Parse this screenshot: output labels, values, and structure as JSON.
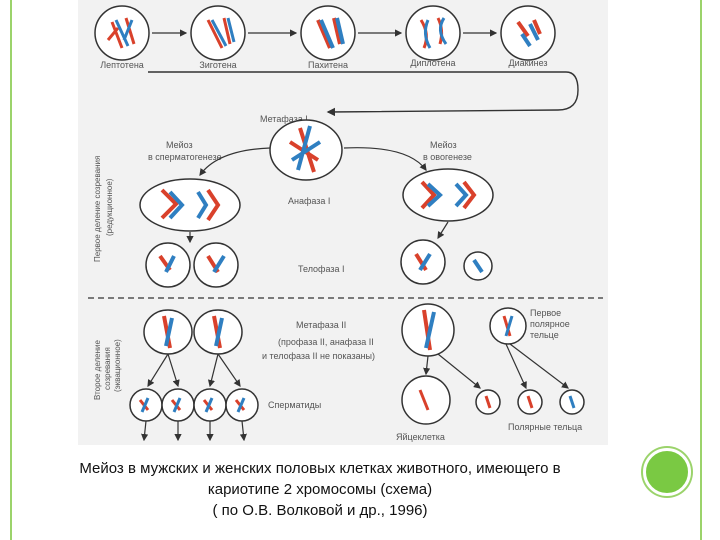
{
  "slide": {
    "accent_color": "#9bd36b",
    "dot_color": "#7ac943"
  },
  "diagram": {
    "prophase_stages": [
      "Лептотена",
      "Зиготена",
      "Пахитена",
      "Диплотена",
      "Диакинез"
    ],
    "phase_labels": {
      "metaphase1": "Метафаза I",
      "anaphase1": "Анафаза I",
      "telophase1": "Телофаза I",
      "metaphase2": "Метафаза II",
      "metaphase2_note_1": "(профаза II, анафаза II",
      "metaphase2_note_2": "и телофаза II не показаны)",
      "spermatids": "Сперматиды",
      "egg_cell": "Яйцеклетка",
      "polar_bodies": "Полярные тельца",
      "first_polar_body_1": "Первое",
      "first_polar_body_2": "полярное",
      "first_polar_body_3": "тельце"
    },
    "branch_labels": {
      "spermatogenesis_1": "Мейоз",
      "spermatogenesis_2": "в сперматогенезе",
      "oogenesis_1": "Мейоз",
      "oogenesis_2": "в овогенезе"
    },
    "side_labels": {
      "first_division_1": "Первое деление созревания",
      "first_division_2": "(редукционное)",
      "second_division_1": "Второе деление",
      "second_division_2": "созревания",
      "second_division_3": "(эквационное)"
    }
  },
  "caption": {
    "line1": "Мейоз в мужских и женских половых клетках животного, имеющего в",
    "line2": "кариотипе 2 хромосомы (схема)",
    "line3": "( по О.В. Волковой и др., 1996)"
  }
}
